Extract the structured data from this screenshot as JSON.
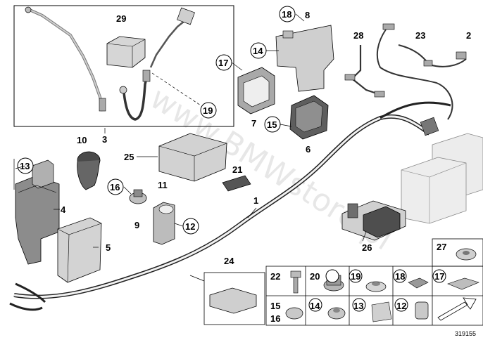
{
  "watermark": "www.BMWstore.pl",
  "diagram_id": "319155",
  "callouts": {
    "c1": "1",
    "c2": "2",
    "c3": "3",
    "c4": "4",
    "c5": "5",
    "c6": "6",
    "c7": "7",
    "c8": "8",
    "c9": "9",
    "c10": "10",
    "c11": "11",
    "c12": "12",
    "c13": "13",
    "c14": "14",
    "c15": "15",
    "c16": "16",
    "c17": "17",
    "c18": "18",
    "c19": "19",
    "c21": "21",
    "c23": "23",
    "c24": "24",
    "c25": "25",
    "c26": "26",
    "c28": "28",
    "c29": "29"
  },
  "grid": {
    "g27": "27",
    "g22": "22",
    "g20": "20",
    "g19": "19",
    "g18": "18",
    "g17": "17",
    "g15": "15",
    "g16": "16",
    "g14": "14",
    "g13": "13",
    "g12": "12"
  },
  "colors": {
    "line": "#000000",
    "part_fill": "#d9d9d9",
    "part_dark": "#8a8a8a",
    "battery": "#e8e8e8"
  }
}
